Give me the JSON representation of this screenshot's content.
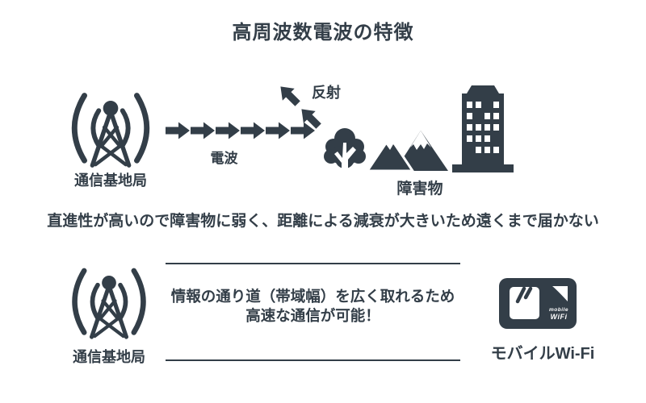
{
  "colors": {
    "ink": "#333e48",
    "background": "#ffffff"
  },
  "title": "高周波数電波の特徴",
  "top_section": {
    "base_station_label": "通信基地局",
    "radio_wave_label": "電波",
    "radio_wave_arrow_count": 6,
    "reflection_label": "反射",
    "reflection_arrow_count": 2,
    "obstacles_label": "障害物"
  },
  "middle_caption": "直進性が高いので障害物に弱く、距離による減衰が大きいため遠くまで届かない",
  "bottom_section": {
    "base_station_label": "通信基地局",
    "bandwidth_line1": "情報の通り道（帯域幅）を広く取れるため",
    "bandwidth_line2": "高速な通信が可能！",
    "device_text_line1": "mobile",
    "device_text_line2": "WiFi",
    "device_label": "モバイルWi-Fi"
  }
}
